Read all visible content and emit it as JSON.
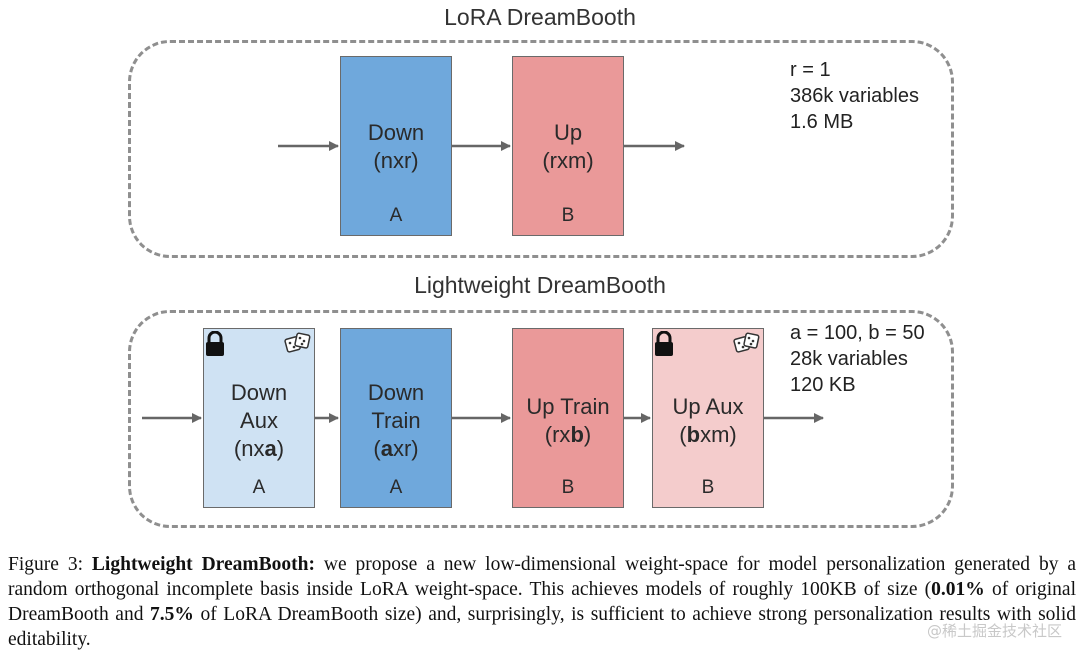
{
  "top": {
    "title": "LoRA DreamBooth",
    "stats": [
      "r = 1",
      "386k variables",
      "1.6 MB"
    ],
    "boxes": [
      {
        "lines": [
          "Down",
          "(nxr)"
        ],
        "foot": "A",
        "color": "#6fa8dc"
      },
      {
        "lines": [
          "Up",
          "(rxm)"
        ],
        "foot": "B",
        "color": "#ea9999"
      }
    ]
  },
  "bottom": {
    "title": "Lightweight DreamBooth",
    "stats": [
      "a = 100, b = 50",
      "28k variables",
      "120 KB"
    ],
    "boxes": [
      {
        "lines": [
          "Down",
          "Aux"
        ],
        "dim_prefix": "(nx",
        "dim_bold": "a",
        "dim_suffix": ")",
        "foot": "A",
        "color": "#cfe2f3",
        "icons": [
          "lock-icon",
          "dice-icon"
        ]
      },
      {
        "lines": [
          "Down",
          "Train"
        ],
        "dim_prefix": "(",
        "dim_bold": "a",
        "dim_suffix": "xr)",
        "foot": "A",
        "color": "#6fa8dc"
      },
      {
        "lines": [
          "Up Train"
        ],
        "dim_prefix": "(rx",
        "dim_bold": "b",
        "dim_suffix": ")",
        "foot": "B",
        "color": "#ea9999"
      },
      {
        "lines": [
          "Up Aux"
        ],
        "dim_prefix": "(",
        "dim_bold": "b",
        "dim_suffix": "xm)",
        "foot": "B",
        "color": "#f4cccc",
        "icons": [
          "lock-icon",
          "dice-icon"
        ]
      }
    ]
  },
  "caption": {
    "label": "Figure 3:",
    "bold_title": "Lightweight DreamBooth:",
    "t1": "we propose a new low-dimensional weight-space for model personalization generated by a random orthogonal incomplete basis inside LoRA weight-space. This achieves models of roughly 100KB of size (",
    "b1": "0.01%",
    "t2": "of original DreamBooth and",
    "b2": "7.5%",
    "t3": "of LoRA DreamBooth size) and, surprisingly, is sufficient to achieve strong personalization results with solid editability."
  },
  "watermark": "@稀土掘金技术社区"
}
